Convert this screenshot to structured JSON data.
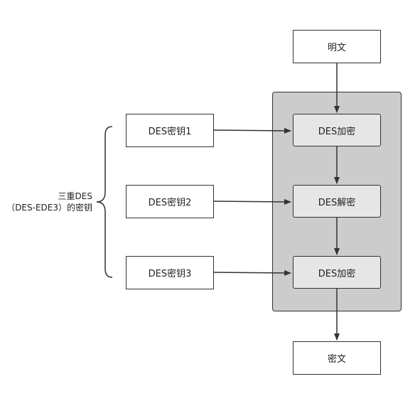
{
  "plaintext": "明文",
  "ciphertext": "密文",
  "keys": [
    "DES密钥1",
    "DES密钥2",
    "DES密钥3"
  ],
  "stages": [
    "DES加密",
    "DES解密",
    "DES加密"
  ],
  "brace_label": {
    "line1": "三重DES",
    "line2": "（DES-EDE3）的密钥"
  },
  "colors": {
    "container_fill": "#cccccc",
    "stage_fill": "#e6e6e6",
    "stroke": "#333333"
  }
}
